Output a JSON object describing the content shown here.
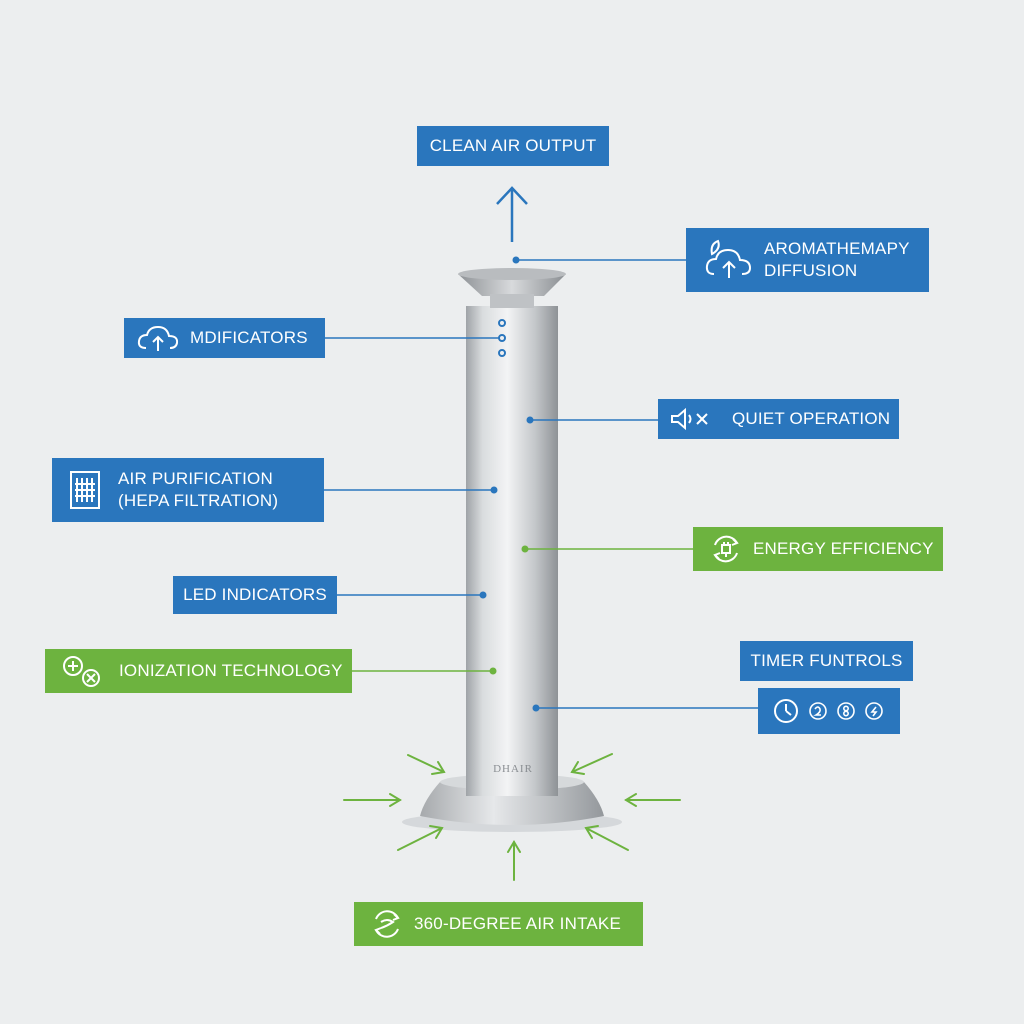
{
  "labels": {
    "clean_air_output": "CLEAN AIR OUTPUT",
    "aromatherapy_line1": "AROMATHEMAPY",
    "aromatherapy_line2": "DIFFUSION",
    "mdificators": "MDIFICATORS",
    "quiet_operation": "QUIET OPERATION",
    "air_purification_line1": "AIR PURIFICATION",
    "air_purification_line2": "(HEPA FILTRATION)",
    "energy_efficiency": "ENERGY EFFICIENCY",
    "led_indicators": "LED INDICATORS",
    "ionization": "IONIZATION TECHNOLOGY",
    "timer": "TIMER FUNTROLS",
    "air_intake": "360-DEGREE AIR INTAKE"
  },
  "device": {
    "brand_text": "DHAIR"
  },
  "colors": {
    "blue": "#2a76bd",
    "green": "#6db33f",
    "background": "#eceeef"
  },
  "icons": {
    "aromatherapy": "leaf-cloud-icon",
    "mdificators": "cloud-upload-icon",
    "quiet": "speaker-mute-icon",
    "air_purification": "filter-icon",
    "energy": "plug-recycle-icon",
    "ionization": "plus-minus-ion-icon",
    "timer": "clock-icon",
    "air_intake": "swirl-air-icon"
  }
}
